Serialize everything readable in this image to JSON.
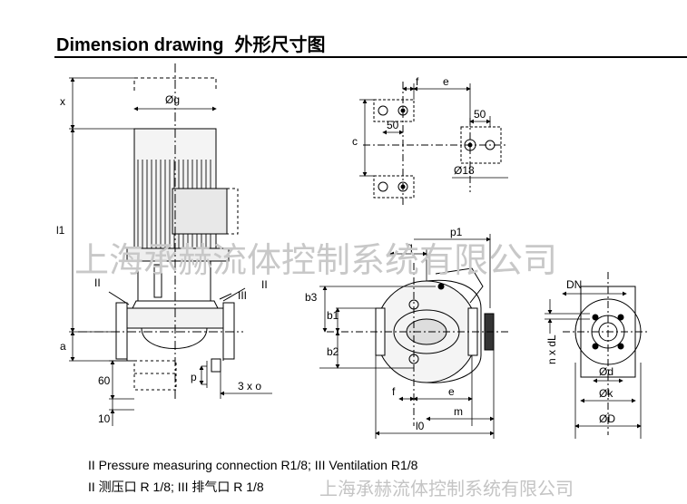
{
  "header": {
    "title_en": "Dimension drawing",
    "title_cn": "外形尺寸图"
  },
  "labels": {
    "x": "x",
    "g": "Øg",
    "l1": "l1",
    "a": "a",
    "ii_left": "II",
    "ii_right": "II",
    "iii": "III",
    "h60": "60",
    "h10": "10",
    "p": "p",
    "three_x_o": "3 x o",
    "f_top": "f",
    "e_top": "e",
    "c": "c",
    "fifty_left": "50",
    "fifty_right": "50",
    "d18": "Ø18",
    "p1": "p1",
    "q": "q",
    "b3": "b3",
    "b1": "b1",
    "b2": "b2",
    "f_bottom": "f",
    "e_bottom": "e",
    "m": "m",
    "l0": "l0",
    "dn": "DN",
    "nxd": "n x dL",
    "dd": "Ød",
    "dk": "Øk",
    "dD": "ØD"
  },
  "legend": {
    "line1": "II Pressure measuring connection R1/8; III Ventilation R1/8",
    "line2": "II 测压口 R 1/8; III 排气口 R 1/8"
  },
  "watermark": {
    "main": "上海承赫流体控制系统有限公司",
    "bottom": "上海承赫流体控制系统有限公司"
  }
}
